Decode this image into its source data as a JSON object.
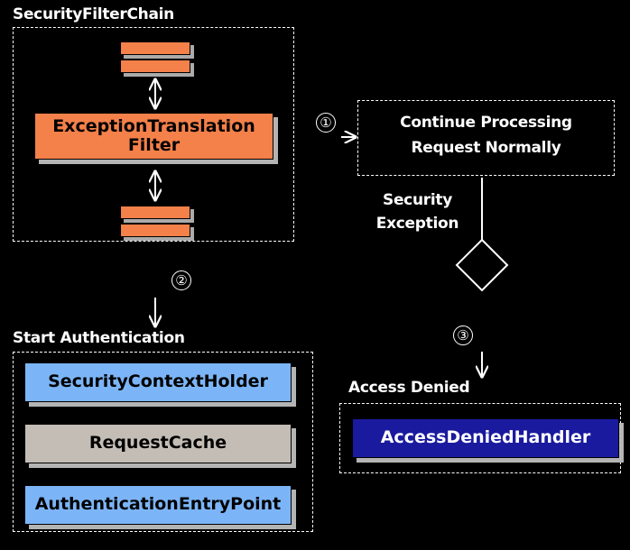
{
  "diagram": {
    "title": "Spring Security ExceptionTranslationFilter flow",
    "groups": [
      {
        "id": "security-filter-chain",
        "label": "SecurityFilterChain"
      },
      {
        "id": "continue-processing",
        "label_line1": "Continue Processing",
        "label_line2": "Request Normally"
      },
      {
        "id": "start-authentication",
        "label": "Start Authentication"
      },
      {
        "id": "access-denied",
        "label": "Access Denied"
      }
    ],
    "nodes": [
      {
        "id": "filter-bar-top",
        "label": "",
        "color": "#f4804a"
      },
      {
        "id": "exception-translation-filter",
        "label": "ExceptionTranslation\nFilter",
        "color": "#f4804a"
      },
      {
        "id": "filter-bar-bottom",
        "label": "",
        "color": "#f4804a"
      },
      {
        "id": "security-context-holder",
        "label": "SecurityContextHolder",
        "color": "#7cb5f7"
      },
      {
        "id": "request-cache",
        "label": "RequestCache",
        "color": "#c3bdb5"
      },
      {
        "id": "authentication-entry-point",
        "label": "AuthenticationEntryPoint",
        "color": "#7cb5f7"
      },
      {
        "id": "access-denied-handler",
        "label": "AccessDeniedHandler",
        "color": "#1a1a9e"
      }
    ],
    "node_labels": {
      "exception_translation_filter_line1": "ExceptionTranslation",
      "exception_translation_filter_line2": "Filter",
      "security_context_holder": "SecurityContextHolder",
      "request_cache": "RequestCache",
      "authentication_entry_point": "AuthenticationEntryPoint",
      "access_denied_handler": "AccessDeniedHandler"
    },
    "annotations": {
      "step1": "①",
      "step2": "②",
      "step3": "③",
      "security_exception_line1": "Security",
      "security_exception_line2": "Exception",
      "continue_processing_line1": "Continue Processing",
      "continue_processing_line2": "Request Normally",
      "security_filter_chain": "SecurityFilterChain",
      "start_authentication": "Start Authentication",
      "access_denied": "Access Denied"
    },
    "colors": {
      "background": "#000000",
      "stroke": "#ffffff",
      "orange": "#f4804a",
      "blue": "#7cb5f7",
      "gray": "#c3bdb5",
      "navy": "#1a1a9e",
      "shadow": "#bebebe"
    }
  }
}
